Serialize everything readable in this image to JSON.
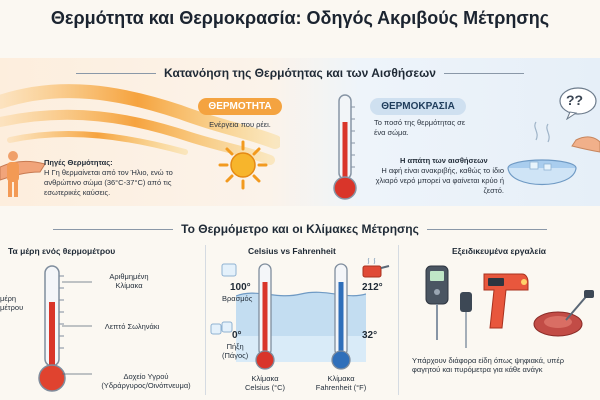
{
  "title": "Θερμότητα και Θερμοκρασία: Οδηγός Ακριβούς Μέτρησης",
  "section1": {
    "heading": "Κατανόηση της Θερμότητας και των Αισθήσεων",
    "heat": {
      "label": "ΘΕΡΜΟΤΗΤΑ",
      "desc": "Ενέργεια που ρέει.",
      "sources_title": "Πηγές Θερμότητας:",
      "sources_text": "Η Γη θερμαίνεται από τον Ήλιο, ενώ το ανθρώπινο σώμα (36°C-37°C) από τις εσωτερικές καύσεις."
    },
    "temperature": {
      "label": "ΘΕΡΜΟΚΡΑΣΙΑ",
      "desc": "Το ποσό της θερμότητας σε ένα σώμα.",
      "deception_title": "Η απάτη των αισθήσεων",
      "deception_text": "Η αφή είναι ανακριβής, καθώς το ίδιο χλιαρό νερό μπορεί να φαίνεται κρύο ή ζεστό.",
      "question_marks": "??"
    }
  },
  "section2": {
    "heading": "Το Θερμόμετρο και οι Κλίμακες Μέτρησης",
    "parts": {
      "title": "Τα μέρη ενός θερμομέτρου",
      "left_cut": "μέρη\nμέτρου",
      "scale": "Αριθμημένη\nΚλίμακα",
      "tube": "Λεπτό Σωληνάκι",
      "bulb": "Δοχείο Υγρού\n(Υδράργυρος/Οινόπνευμα)"
    },
    "celsius_fahrenheit": {
      "title": "Celsius vs Fahrenheit",
      "boil_c": "100°",
      "boil_label": "Βρασμός",
      "freeze_c": "0°",
      "freeze_label": "Πήξη\n(Πάγος)",
      "boil_f": "212°",
      "freeze_f": "32°",
      "celsius_label": "Κλίμακα\nCelsius (°C)",
      "fahrenheit_label": "Κλίμακα\nFahrenheit (°F)"
    },
    "tools": {
      "title": "Εξειδικευμένα εργαλεία",
      "desc": "Υπάρχουν διάφορα είδη όπως ψηφιακά, υπέρ\nφαγητού και πυρόμετρα για κάθε ανάγκ"
    }
  },
  "colors": {
    "heat_orange": "#f4a340",
    "temp_blue": "#cfe0f0",
    "mercury_red": "#d9352a",
    "water_blue": "#7fb3de"
  }
}
